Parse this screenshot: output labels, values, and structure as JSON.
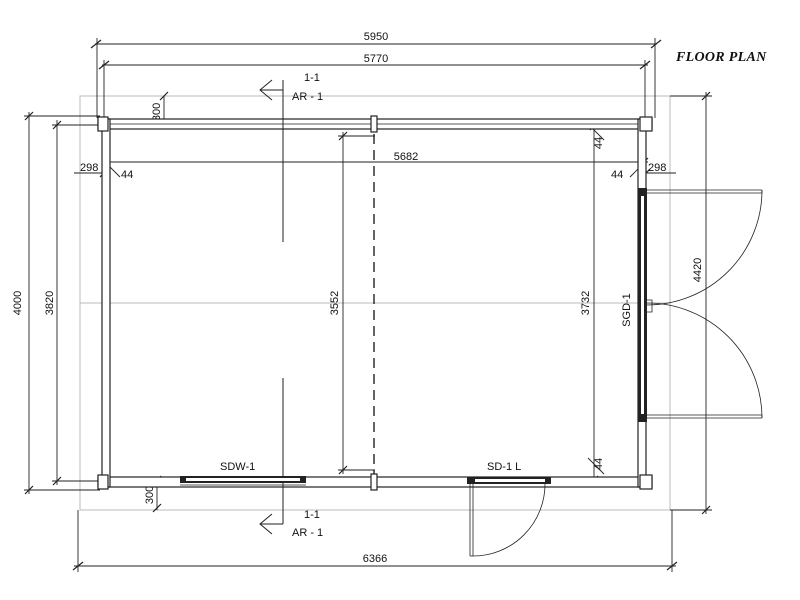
{
  "title": "FLOOR PLAN",
  "dimensions": {
    "overall_top": "5950",
    "inner_top": "5770",
    "interior_width": "5682",
    "bottom_overall": "6366",
    "left_overall": "4000",
    "left_inner": "3820",
    "interior_mid": "3552",
    "interior_right": "3732",
    "right_overall": "4420",
    "wall_top": "300",
    "wall_bottom": "300",
    "wall_left_298": "298",
    "wall_left_44": "44",
    "wall_right_44": "44",
    "wall_right_298": "298",
    "corner_top_44": "44",
    "corner_bottom_44": "44"
  },
  "labels": {
    "section_top_id": "1-1",
    "section_top_ref": "AR - 1",
    "section_bottom_id": "1-1",
    "section_bottom_ref": "AR - 1",
    "window": "SDW-1",
    "door": "SD-1 L",
    "garden_door": "SGD-1"
  }
}
